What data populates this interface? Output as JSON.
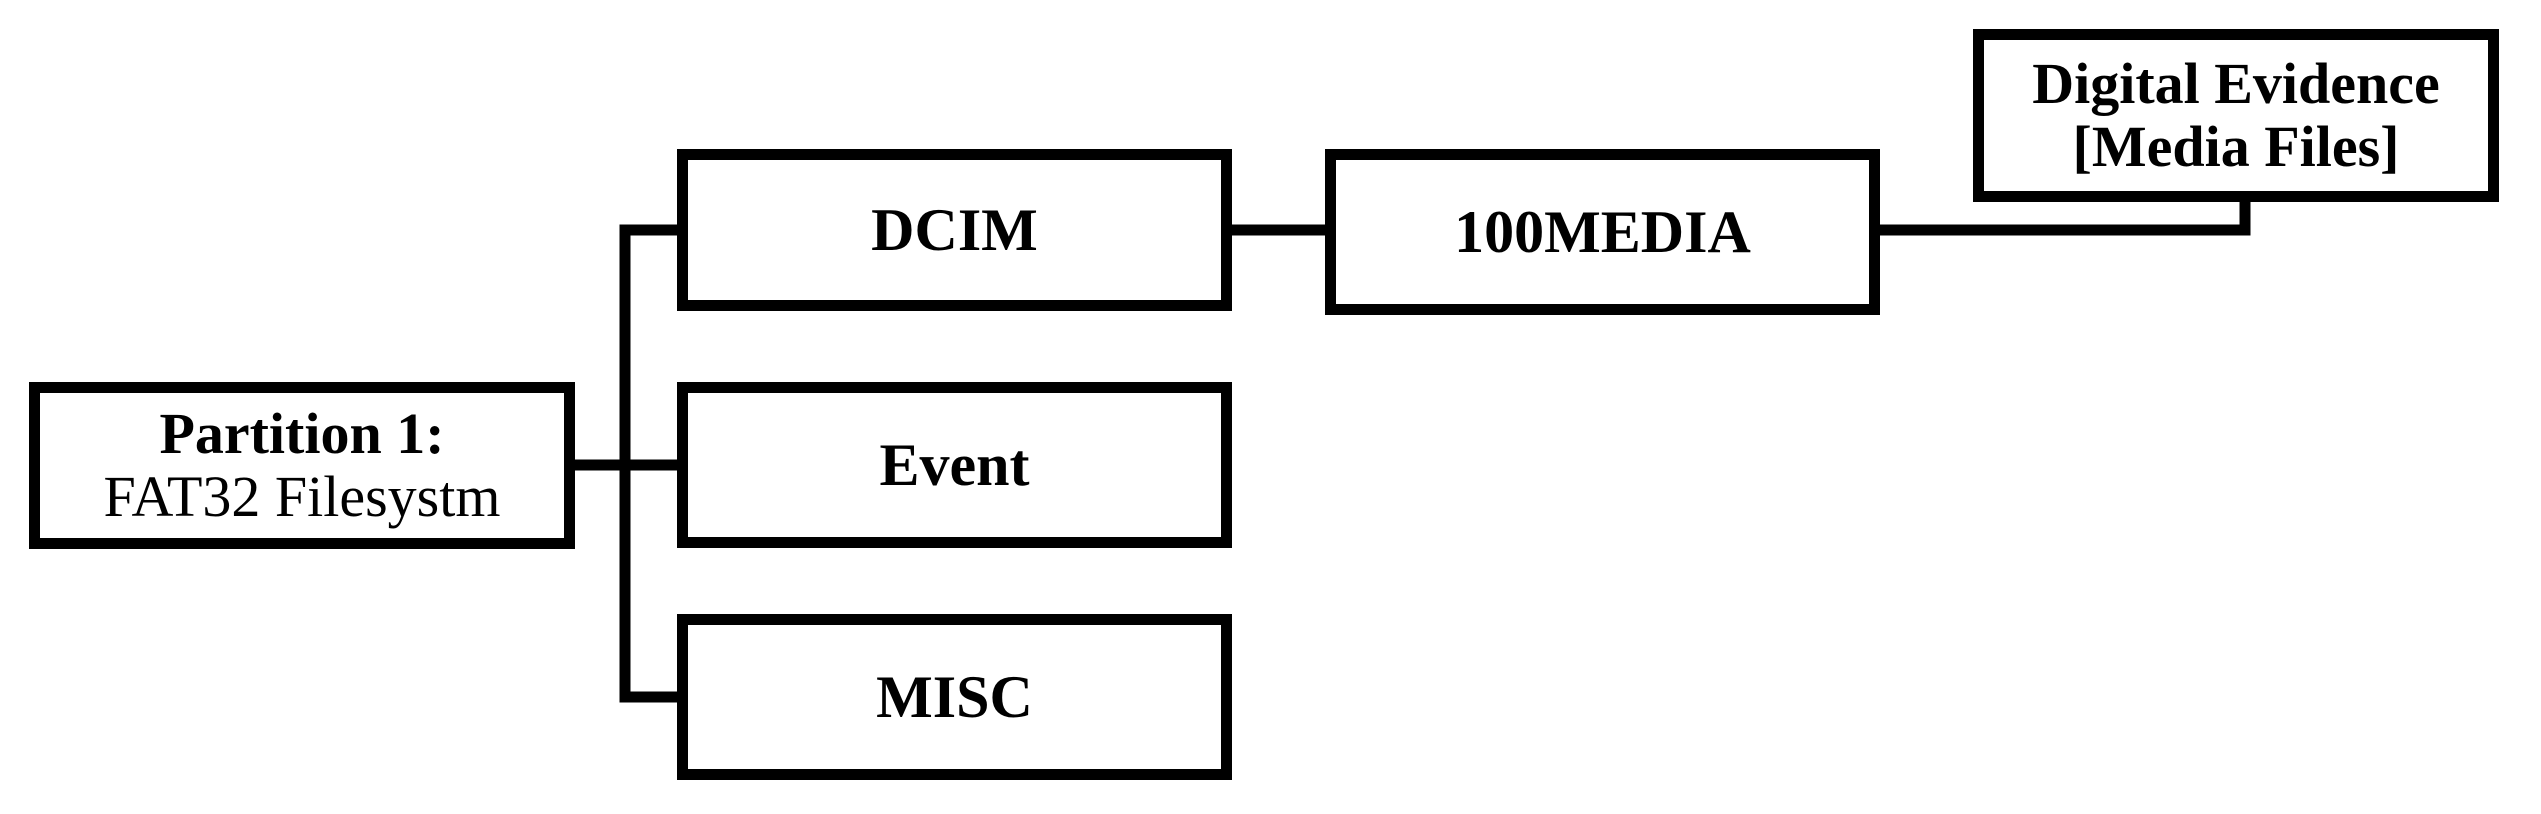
{
  "nodes": {
    "partition": {
      "title": "Partition 1:",
      "subtitle": "FAT32 Filesystm"
    },
    "dcim": {
      "label": "DCIM"
    },
    "event": {
      "label": "Event"
    },
    "misc": {
      "label": "MISC"
    },
    "media": {
      "label": "100MEDIA"
    },
    "evidence": {
      "line1": "Digital Evidence",
      "line2": "[Media Files]"
    }
  },
  "colors": {
    "stroke": "#000000",
    "background": "#ffffff"
  }
}
